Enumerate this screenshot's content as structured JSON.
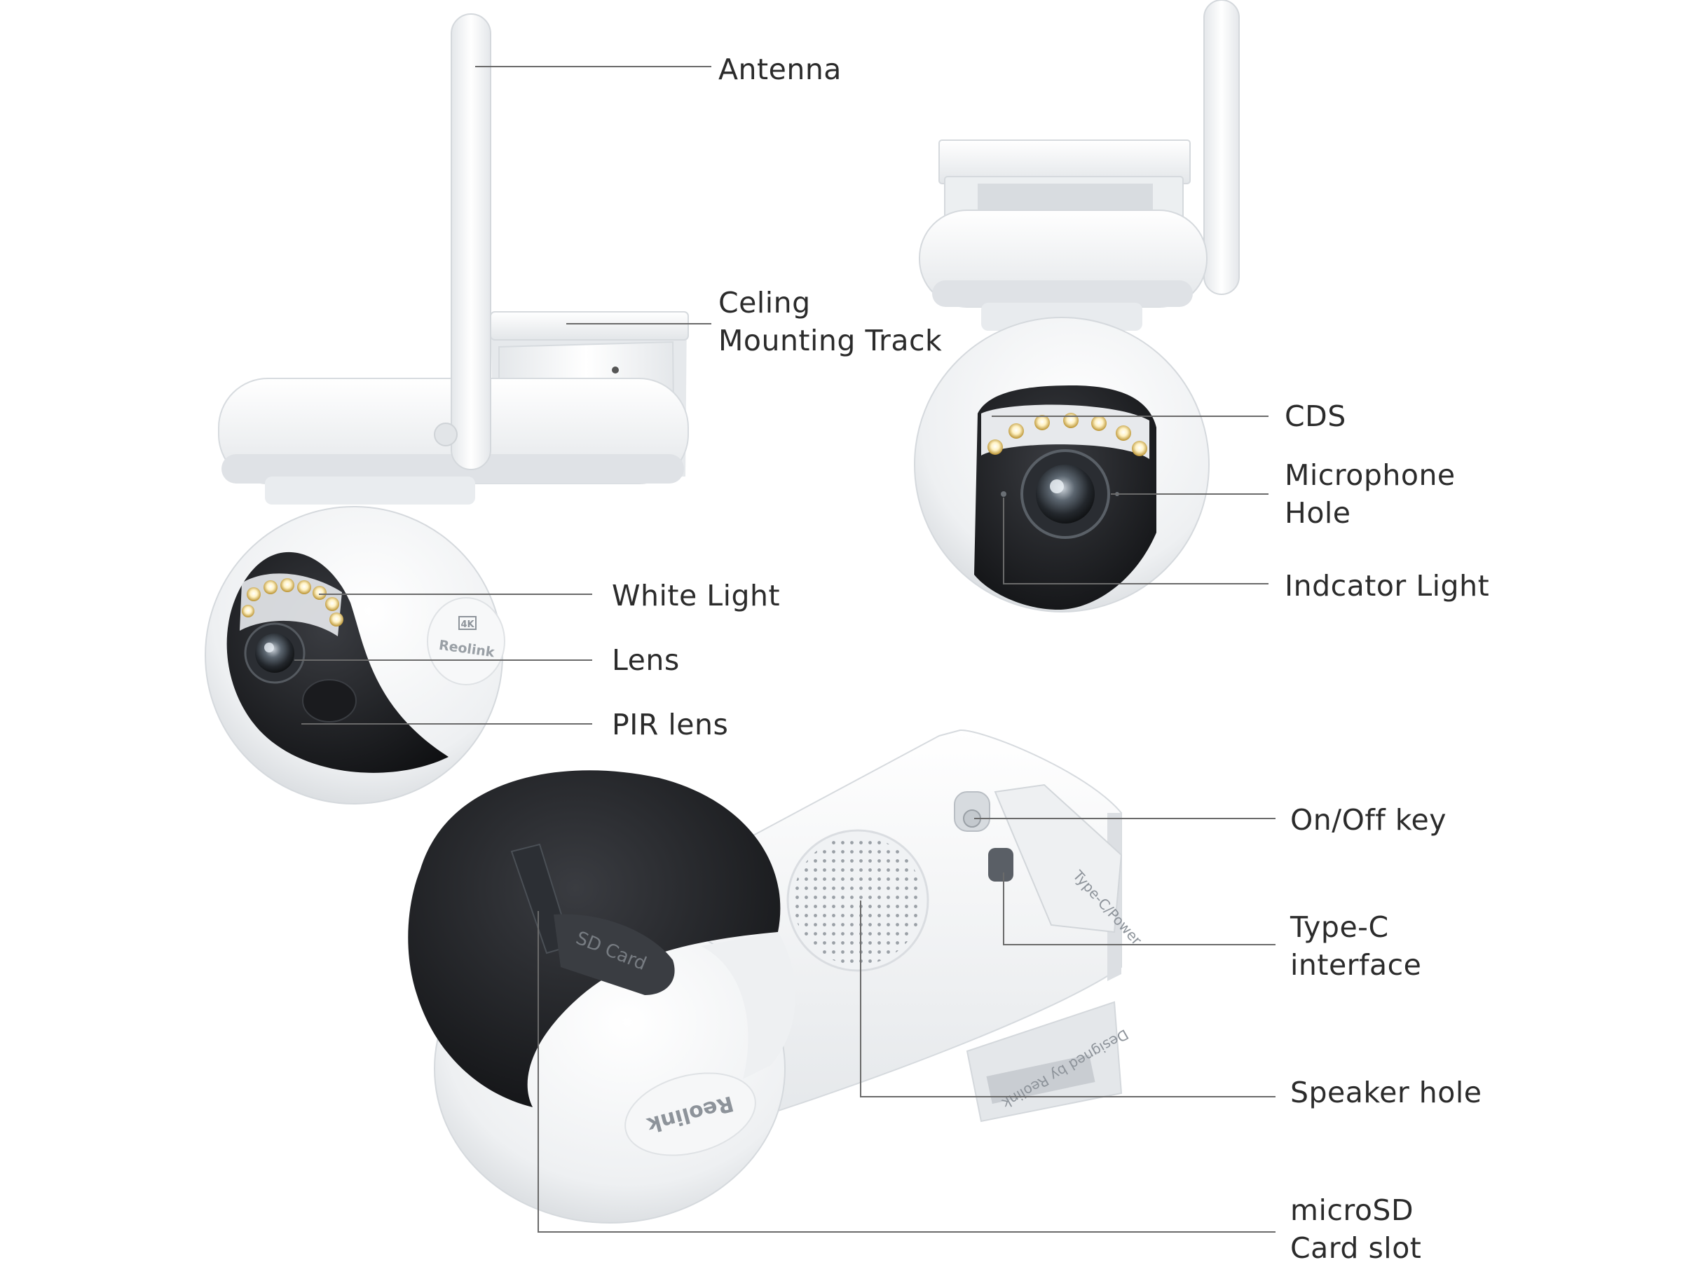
{
  "labels": {
    "antenna": "Antenna",
    "ceiling_track_line1": "Celing",
    "ceiling_track_line2": "Mounting Track",
    "cds": "CDS",
    "microphone_line1": "Microphone",
    "microphone_line2": "Hole",
    "indicator_light": "Indcator Light",
    "white_light": "White Light",
    "lens": "Lens",
    "pir_lens": "PIR lens",
    "on_off_key": "On/Off key",
    "type_c_line1": "Type-C",
    "type_c_line2": "interface",
    "speaker_hole": "Speaker hole",
    "microsd_line1": "microSD",
    "microsd_line2": "Card slot"
  },
  "printed_text": {
    "badge_4k": "4K",
    "brand": "Reolink",
    "sd_card": "SD Card",
    "type_c_power": "Type-C/Power",
    "designed_by": "Designed by Reolink"
  },
  "colors": {
    "body_white": "#f4f5f6",
    "shadow_grey": "#d9dcdf",
    "dome_black": "#1b1c1f",
    "leader_line": "#6a6a6a",
    "label_text": "#2b2b2b"
  }
}
